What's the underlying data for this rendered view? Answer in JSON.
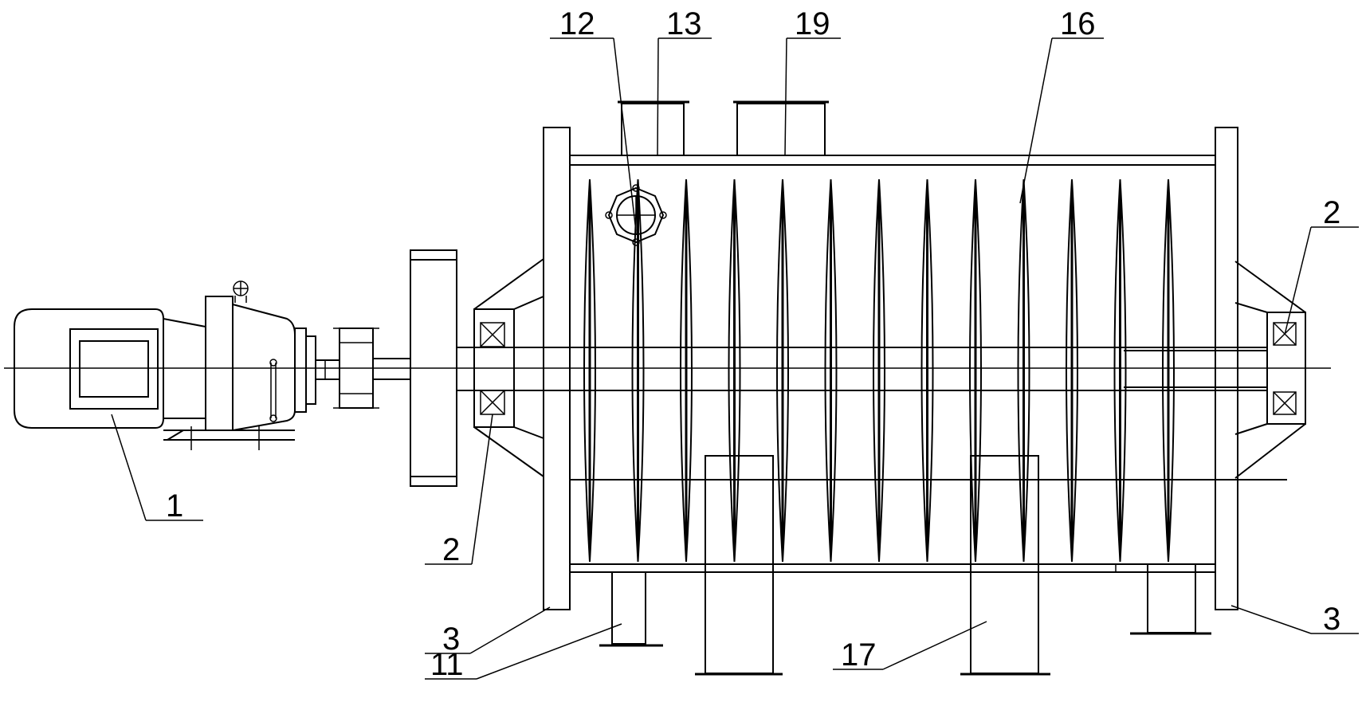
{
  "labels": {
    "motor": "1",
    "bearing_left": "2",
    "bearing_right": "2",
    "support_left": "3",
    "support_right": "3",
    "inlet": "11",
    "cleaner": "12",
    "port_13": "13",
    "blades": "16",
    "outlet": "17",
    "port_19": "19"
  },
  "blade_count": 13,
  "colors": {
    "line": "#000000",
    "background": "#ffffff"
  }
}
